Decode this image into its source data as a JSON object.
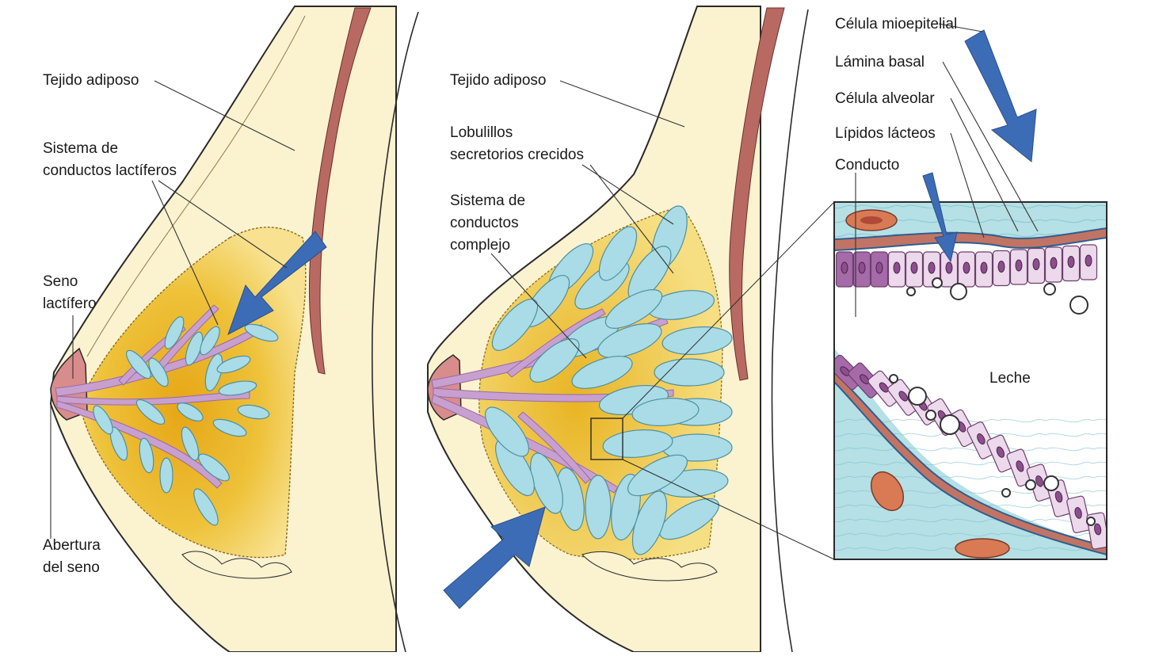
{
  "colors": {
    "skin": "#fbf2cf",
    "skin_edge": "#2a2a2a",
    "muscle": "#b86a62",
    "fat_gold": "#e8b81e",
    "fat_light": "#f6e08a",
    "lobule": "#a9dce6",
    "lobule_edge": "#4f8fa0",
    "duct": "#c7a0cf",
    "arrow": "#3d6cb6",
    "connective": "#b5e0e5",
    "cell": "#ecd9ec",
    "nucleus": "#8c4f8c",
    "myo": "#c27464",
    "lumen": "#ffffff"
  },
  "left_panel": {
    "labels": {
      "tejido_adiposo": "Tejido adiposo",
      "sistema_line1": "Sistema de",
      "sistema_line2": "conductos lactíferos",
      "seno_line1": "Seno",
      "seno_line2": "lactífero",
      "abertura_line1": "Abertura",
      "abertura_line2": "del seno"
    }
  },
  "middle_panel": {
    "labels": {
      "tejido_adiposo": "Tejido adiposo",
      "lobulillos_line1": "Lobulillos",
      "lobulillos_line2": "secretorios crecidos",
      "sistema_line1": "Sistema de",
      "sistema_line2": "conductos",
      "sistema_line3": "complejo"
    }
  },
  "inset": {
    "labels": {
      "mioepitelial": "Célula mioepitelial",
      "lamina": "Lámina basal",
      "alveolar": "Célula alveolar",
      "lipidos": "Lípidos lácteos",
      "conducto": "Conducto",
      "leche": "Leche"
    }
  },
  "arrows": [
    {
      "name": "arrow-left-ducts",
      "icon": "arrow-down-left-icon"
    },
    {
      "name": "arrow-middle-lobules",
      "icon": "arrow-up-right-icon"
    },
    {
      "name": "arrow-myoepithelial",
      "icon": "arrow-down-right-icon"
    },
    {
      "name": "arrow-lipids",
      "icon": "arrow-down-icon"
    }
  ]
}
